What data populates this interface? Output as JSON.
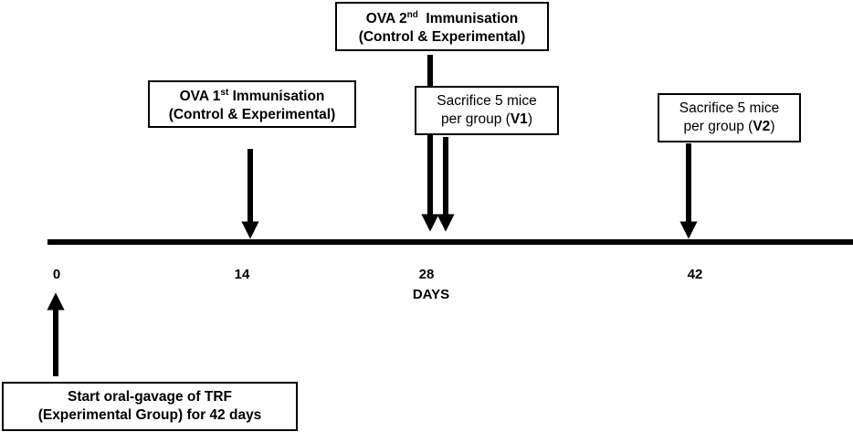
{
  "timeline": {
    "axis_label": "DAYS",
    "ticks": [
      "0",
      "14",
      "28",
      "42"
    ]
  },
  "events": {
    "first_immunisation": {
      "line1_pre": "OVA 1",
      "line1_sup": "st",
      "line1_post": " Immunisation",
      "line2": "(Control & Experimental)"
    },
    "second_immunisation": {
      "line1_pre": "OVA 2",
      "line1_sup": "nd",
      "line1_post": "  Immunisation",
      "line2": "(Control & Experimental)"
    },
    "sacrifice_v1": {
      "line1": "Sacrifice 5 mice",
      "line2_pre": "per group (",
      "line2_bold": "V1",
      "line2_post": ")"
    },
    "sacrifice_v2": {
      "line1": "Sacrifice 5 mice",
      "line2_pre": "per group (",
      "line2_bold": "V2",
      "line2_post": ")"
    },
    "start_gavage": {
      "line1": "Start oral-gavage of TRF",
      "line2": "(Experimental Group) for 42 days"
    }
  },
  "colors": {
    "ink": "#000000",
    "background": "#ffffff"
  }
}
